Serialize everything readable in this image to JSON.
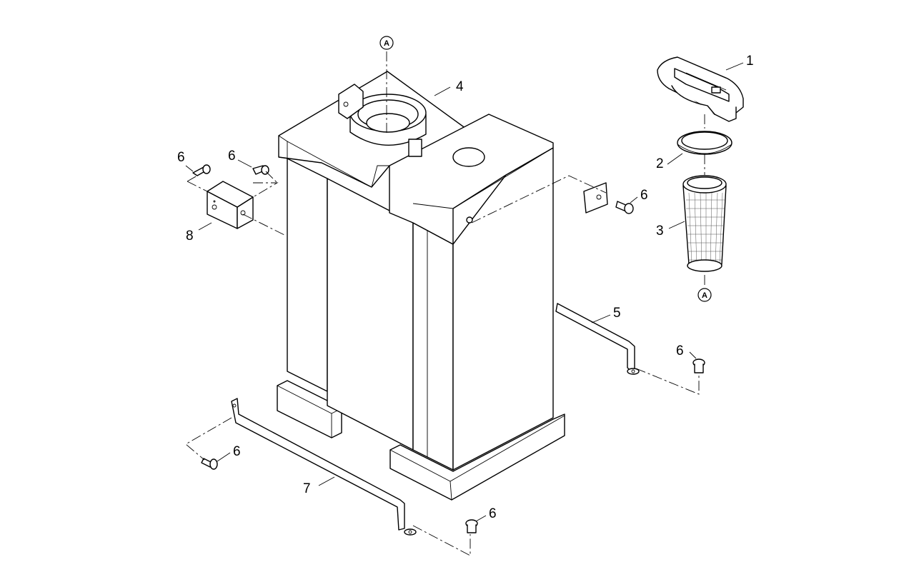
{
  "diagram": {
    "reference_marker": "A",
    "callouts": {
      "cap": "1",
      "seal_ring": "2",
      "strainer": "3",
      "tank": "4",
      "strap_right": "5",
      "bolt": "6",
      "strap_front": "7",
      "bracket": "8"
    }
  }
}
